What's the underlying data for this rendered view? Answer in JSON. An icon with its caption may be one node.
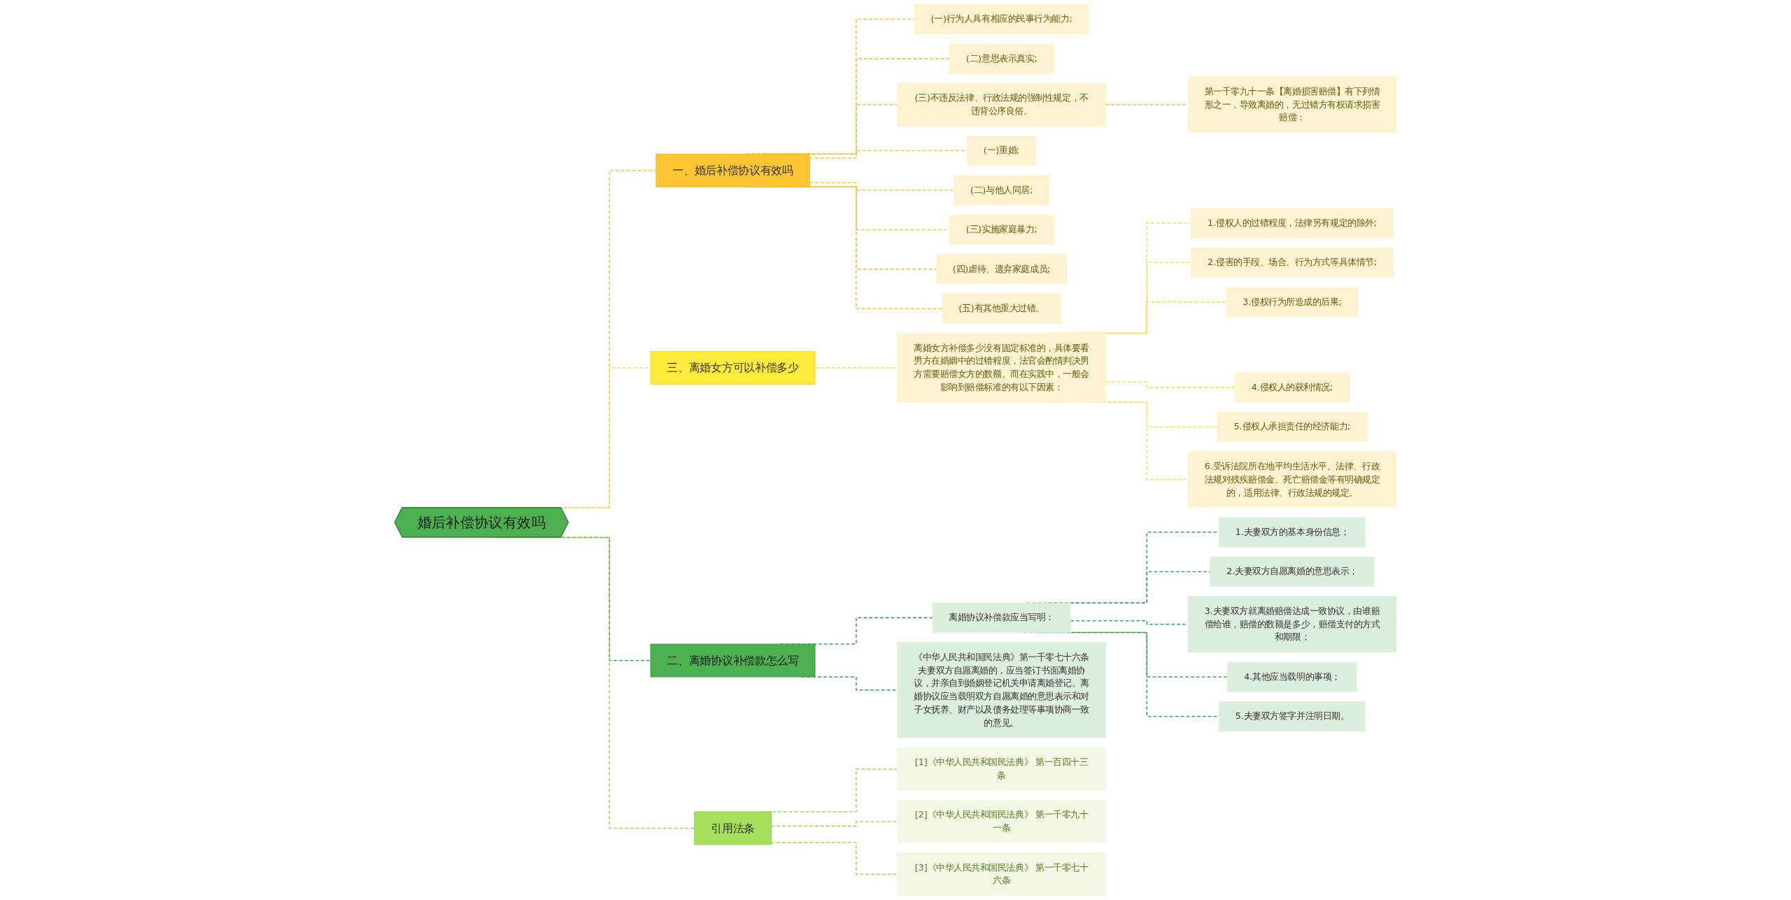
{
  "diagram": {
    "nodes": [
      {
        "text": [
          "婚后补偿协议有效吗"
        ]
      },
      {
        "text": [
          "一、婚后补偿协议有效吗"
        ]
      },
      {
        "text": [
          "(一)行为人具有相应的民事行为能力;"
        ]
      },
      {
        "text": [
          "(二)意思表示真实;"
        ]
      },
      {
        "text": [
          "(三)不违反法律、行政法规的强制性规定，不违背公序良俗。"
        ]
      },
      {
        "text": [
          "第一千零九十一条【离婚损害赔偿】有下列情形之一，导致离婚的，无过错方有权请求损害赔偿："
        ]
      },
      {
        "text": [
          "(一)重婚;"
        ]
      },
      {
        "text": [
          "(二)与他人同居;"
        ]
      },
      {
        "text": [
          "(三)实施家庭暴力;"
        ]
      },
      {
        "text": [
          "(四)虐待、遗弃家庭成员;"
        ]
      },
      {
        "text": [
          "(五)有其他重大过错。"
        ]
      },
      {
        "text": [
          "三、离婚女方可以补偿多少"
        ]
      },
      {
        "text": [
          "离婚女方补偿多少没有固定标准的，具体要看男方在婚姻中的过错程度，法官会酌情判决男方需要赔偿女方的数额。而在实践中，一般会影响到赔偿标准的有以下因素："
        ]
      },
      {
        "text": [
          "1.侵权人的过错程度，法律另有规定的除外;"
        ]
      },
      {
        "text": [
          "2.侵害的手段、场合、行为方式等具体情节;"
        ]
      },
      {
        "text": [
          "3.侵权行为所造成的后果;"
        ]
      },
      {
        "text": [
          "4.侵权人的获利情况;"
        ]
      },
      {
        "text": [
          "5.侵权人承担责任的经济能力;"
        ]
      },
      {
        "text": [
          "6.受诉法院所在地平均生活水平。法律、行政法规对残疾赔偿金、死亡赔偿金等有明确规定的，适用法律、行政法规的规定。"
        ]
      },
      {
        "text": [
          "二、离婚协议补偿款怎么写"
        ]
      },
      {
        "text": [
          "离婚协议补偿款应当写明："
        ]
      },
      {
        "text": [
          "1.夫妻双方的基本身份信息；"
        ]
      },
      {
        "text": [
          "2.夫妻双方自愿离婚的意思表示；"
        ]
      },
      {
        "text": [
          "3.夫妻双方就离婚赔偿达成一致协议，由谁赔偿给谁，赔偿的数额是多少，赔偿支付的方式和期限；"
        ]
      },
      {
        "text": [
          "4.其他应当载明的事项；"
        ]
      },
      {
        "text": [
          "5.夫妻双方签字并注明日期。"
        ]
      },
      {
        "text": [
          "《中华人民共和国民法典》第一千零七十六条夫妻双方自愿离婚的，应当签订书面离婚协议，并亲自到婚姻登记机关申请离婚登记。离婚协议应当载明双方自愿离婚的意思表示和对子女抚养、财产以及债务处理等事项协商一致的意见。"
        ]
      },
      {
        "text": [
          "引用法条"
        ]
      },
      {
        "text": [
          "[1]《中华人民共和国民法典》 第一百四十三条"
        ]
      },
      {
        "text": [
          "[2]《中华人民共和国民法典》 第一千零九十一条"
        ]
      },
      {
        "text": [
          "[3]《中华人民共和国民法典》 第一千零七十六条"
        ]
      }
    ],
    "edges": [
      {
        "from": 0,
        "to": 1,
        "arrow": "none",
        "style": "dashed",
        "color": "#f5c040"
      },
      {
        "from": 1,
        "to": 2,
        "arrow": "none",
        "style": "dashed",
        "color": "#f5c040"
      },
      {
        "from": 1,
        "to": 3,
        "arrow": "none",
        "style": "dashed",
        "color": "#f5c040"
      },
      {
        "from": 1,
        "to": 4,
        "arrow": "none",
        "style": "dashed",
        "color": "#f5c040"
      },
      {
        "from": 4,
        "to": 5,
        "arrow": "none",
        "style": "dashed",
        "color": "#f5c040"
      },
      {
        "from": 1,
        "to": 6,
        "arrow": "none",
        "style": "dashed",
        "color": "#f5c040"
      },
      {
        "from": 1,
        "to": 7,
        "arrow": "none",
        "style": "dashed",
        "color": "#f5c040"
      },
      {
        "from": 1,
        "to": 8,
        "arrow": "none",
        "style": "dashed",
        "color": "#f5c040"
      },
      {
        "from": 1,
        "to": 9,
        "arrow": "none",
        "style": "dashed",
        "color": "#f5c040"
      },
      {
        "from": 1,
        "to": 10,
        "arrow": "none",
        "style": "dashed",
        "color": "#f5c040"
      },
      {
        "from": 0,
        "to": 11,
        "arrow": "none",
        "style": "dashed",
        "color": "#f0e050"
      },
      {
        "from": 11,
        "to": 12,
        "arrow": "none",
        "style": "dashed",
        "color": "#f0e050"
      },
      {
        "from": 12,
        "to": 13,
        "arrow": "none",
        "style": "dashed",
        "color": "#f0e050"
      },
      {
        "from": 12,
        "to": 14,
        "arrow": "none",
        "style": "dashed",
        "color": "#f0e050"
      },
      {
        "from": 12,
        "to": 15,
        "arrow": "none",
        "style": "dashed",
        "color": "#f0e050"
      },
      {
        "from": 12,
        "to": 16,
        "arrow": "none",
        "style": "dashed",
        "color": "#f0e050"
      },
      {
        "from": 12,
        "to": 17,
        "arrow": "none",
        "style": "dashed",
        "color": "#f0e050"
      },
      {
        "from": 12,
        "to": 18,
        "arrow": "none",
        "style": "dashed",
        "color": "#f0e050"
      },
      {
        "from": 0,
        "to": 19,
        "arrow": "none",
        "style": "dashed",
        "color": "#3f9f4f"
      },
      {
        "from": 19,
        "to": 20,
        "arrow": "none",
        "style": "dashed",
        "color": "#3f9f4f"
      },
      {
        "from": 20,
        "to": 21,
        "arrow": "none",
        "style": "dashed",
        "color": "#3f9f4f"
      },
      {
        "from": 20,
        "to": 22,
        "arrow": "none",
        "style": "dashed",
        "color": "#3f9f4f"
      },
      {
        "from": 20,
        "to": 23,
        "arrow": "none",
        "style": "dashed",
        "color": "#3f9f4f"
      },
      {
        "from": 20,
        "to": 24,
        "arrow": "none",
        "style": "dashed",
        "color": "#3f9f4f"
      },
      {
        "from": 20,
        "to": 25,
        "arrow": "none",
        "style": "dashed",
        "color": "#3f9f4f"
      },
      {
        "from": 19,
        "to": 26,
        "arrow": "none",
        "style": "dashed",
        "color": "#3f9f4f"
      },
      {
        "from": 0,
        "to": 27,
        "arrow": "none",
        "style": "dashed",
        "color": "#9bd84a"
      },
      {
        "from": 27,
        "to": 28,
        "arrow": "none",
        "style": "dashed",
        "color": "#9bd84a"
      },
      {
        "from": 27,
        "to": 29,
        "arrow": "none",
        "style": "dashed",
        "color": "#9bd84a"
      },
      {
        "from": 27,
        "to": 30,
        "arrow": "none",
        "style": "dashed",
        "color": "#9bd84a"
      }
    ]
  }
}
